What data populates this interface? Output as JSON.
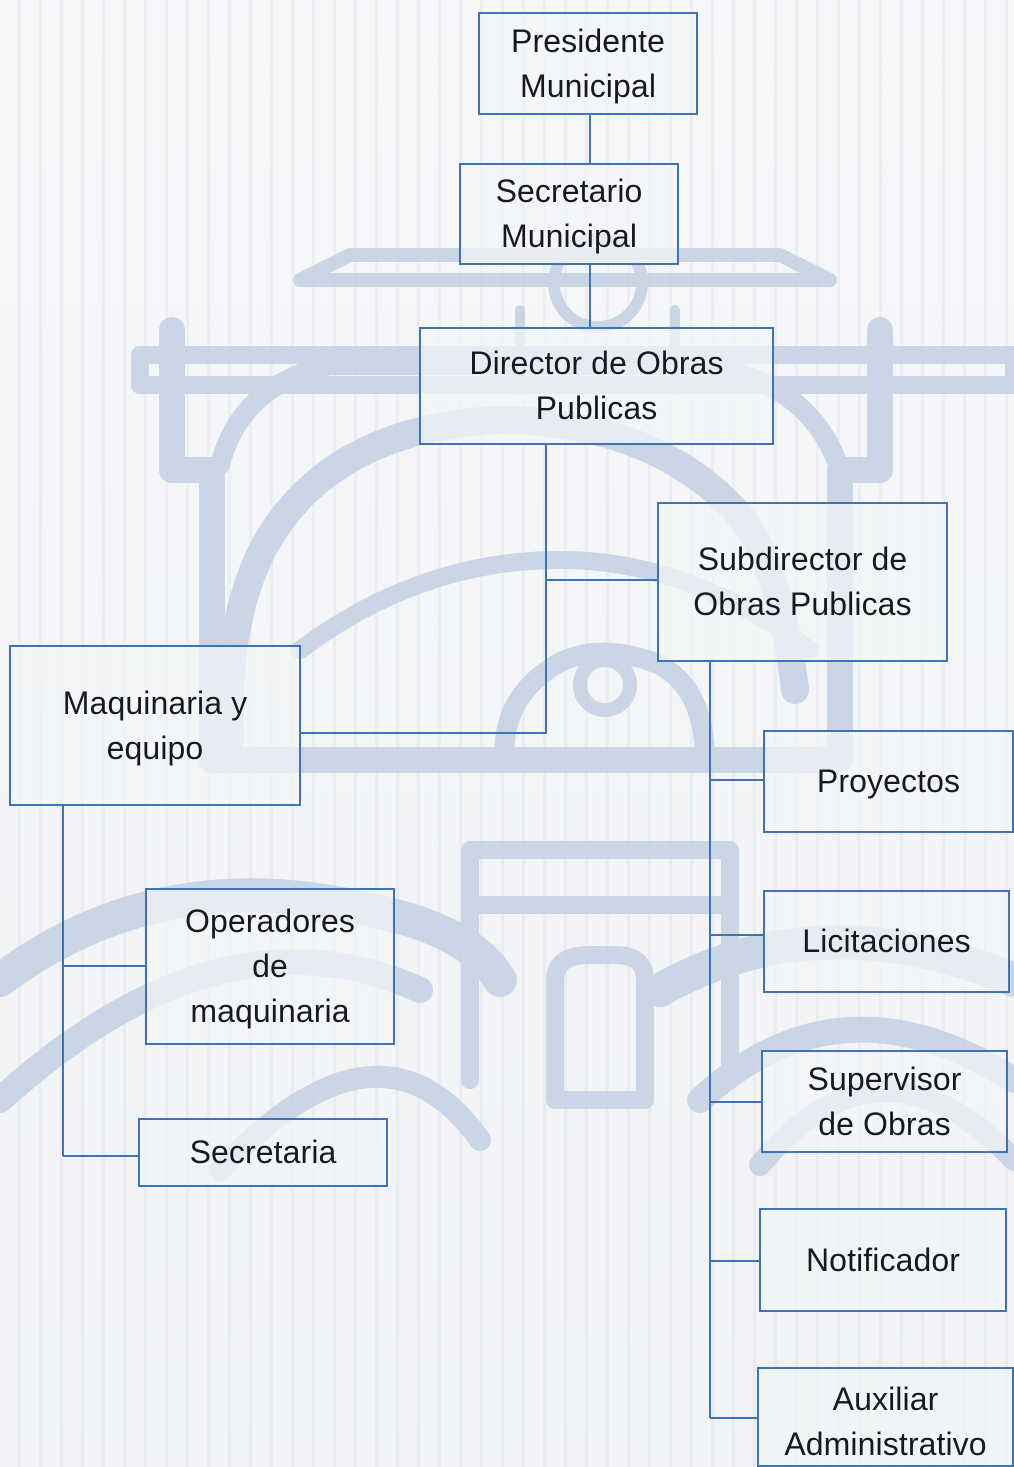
{
  "nodes": {
    "presidente": "Presidente\nMunicipal",
    "secretario": "Secretario\nMunicipal",
    "director": "Director de Obras\nPublicas",
    "subdirector": "Subdirector de\nObras Publicas",
    "maquinaria": "Maquinaria y\nequipo",
    "operadores": "Operadores\nde\nmaquinaria",
    "secretaria": "Secretaria",
    "proyectos": "Proyectos",
    "licitaciones": "Licitaciones",
    "supervisor": "Supervisor\nde Obras",
    "notificador": "Notificador",
    "auxiliar": "Auxiliar\nAdministrativo"
  },
  "colors": {
    "box_border": "#3d73b8",
    "connector": "#3d73b8",
    "watermark": "#c8d4e5"
  }
}
